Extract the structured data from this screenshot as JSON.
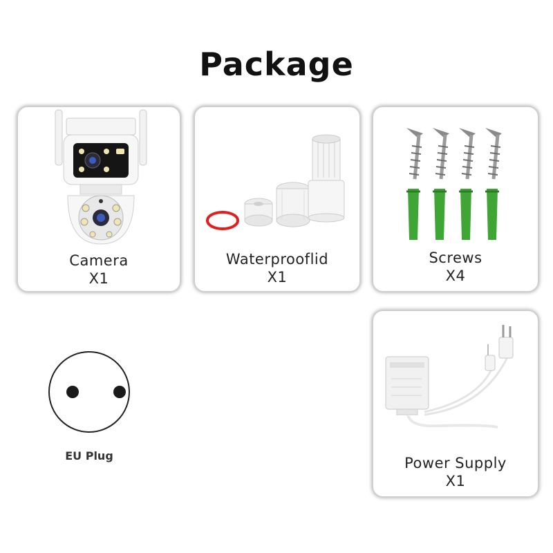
{
  "header": {
    "title": "Package"
  },
  "items": [
    {
      "name": "Camera",
      "qty": "X1"
    },
    {
      "name": "Waterprooflid",
      "qty": "X1"
    },
    {
      "name": "Screws",
      "qty": "X4"
    },
    {
      "name": "Power Supply",
      "qty": "X1"
    }
  ],
  "plug": {
    "label": "EU Plug",
    "icon": "eu-plug-icon"
  },
  "colors": {
    "screw_anchor": "#3fa535",
    "seal_ring": "#e02020"
  }
}
